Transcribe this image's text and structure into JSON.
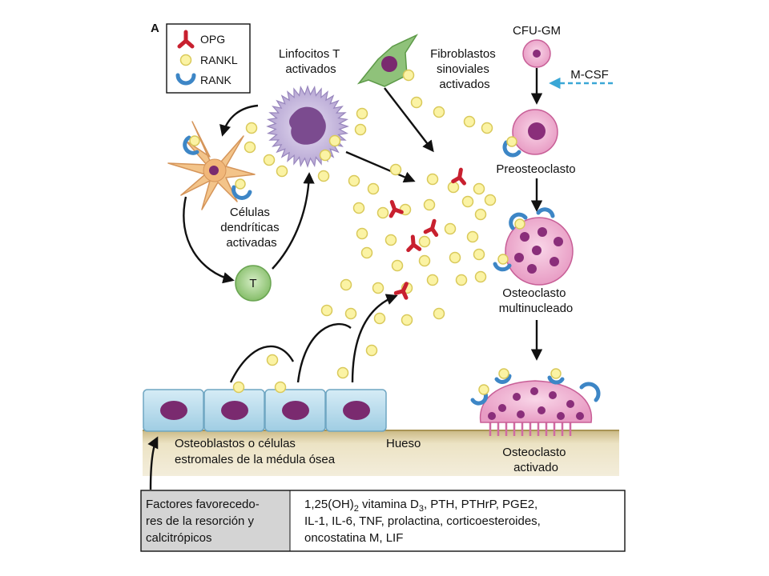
{
  "panel_label": "A",
  "legend": {
    "opg": "OPG",
    "rankl": "RANKL",
    "rank": "RANK"
  },
  "labels": {
    "lymphocytes": [
      "Linfocitos T",
      "activados"
    ],
    "fibroblasts": [
      "Fibroblastos",
      "sinoviales",
      "activados"
    ],
    "cfu": "CFU-GM",
    "mcsf": "M-CSF",
    "preosteoclast": "Preosteoclasto",
    "dendritic": [
      "Células",
      "dendríticas",
      "activadas"
    ],
    "t_cell": "T",
    "osteoclast_multi": [
      "Osteoclasto",
      "multinucleado"
    ],
    "osteoblasts": [
      "Osteoblastos o células",
      "estromales de la médula ósea"
    ],
    "bone": "Hueso",
    "osteoclast_active": [
      "Osteoclasto",
      "activado"
    ]
  },
  "footer": {
    "left": [
      "Factores favorecedo-",
      "res de la resorción y",
      "calcitrópicos"
    ],
    "right_line1_pre": "1,25(OH)",
    "right_line1_sub1": "2",
    "right_line1_mid": " vitamina D",
    "right_line1_sub2": "3",
    "right_line1_post": ", PTH, PTHrP, PGE2,",
    "right_line2": "IL-1, IL-6, TNF, prolactina, corticoesteroides,",
    "right_line3": "oncostatina M, LIF"
  },
  "colors": {
    "rankl_fill": "#fbf3a4",
    "rankl_stroke": "#d9c95a",
    "opg": "#c8202f",
    "rank": "#3d86c6",
    "lymph_body": "#c6b9dc",
    "lymph_nucleus": "#7b4b8f",
    "fibro_body": "#8fc27a",
    "pink_cell": "#f2b7d4",
    "pink_nucleus": "#8a2e7a",
    "dendritic_body": "#f3c48a",
    "t_cell": "#a6d38c",
    "osteoblast": "#b9dbec",
    "bone": "#e6dcb9",
    "mcsf_arrow": "#3aa7d6",
    "footer_left_bg": "#d4d4d4"
  }
}
